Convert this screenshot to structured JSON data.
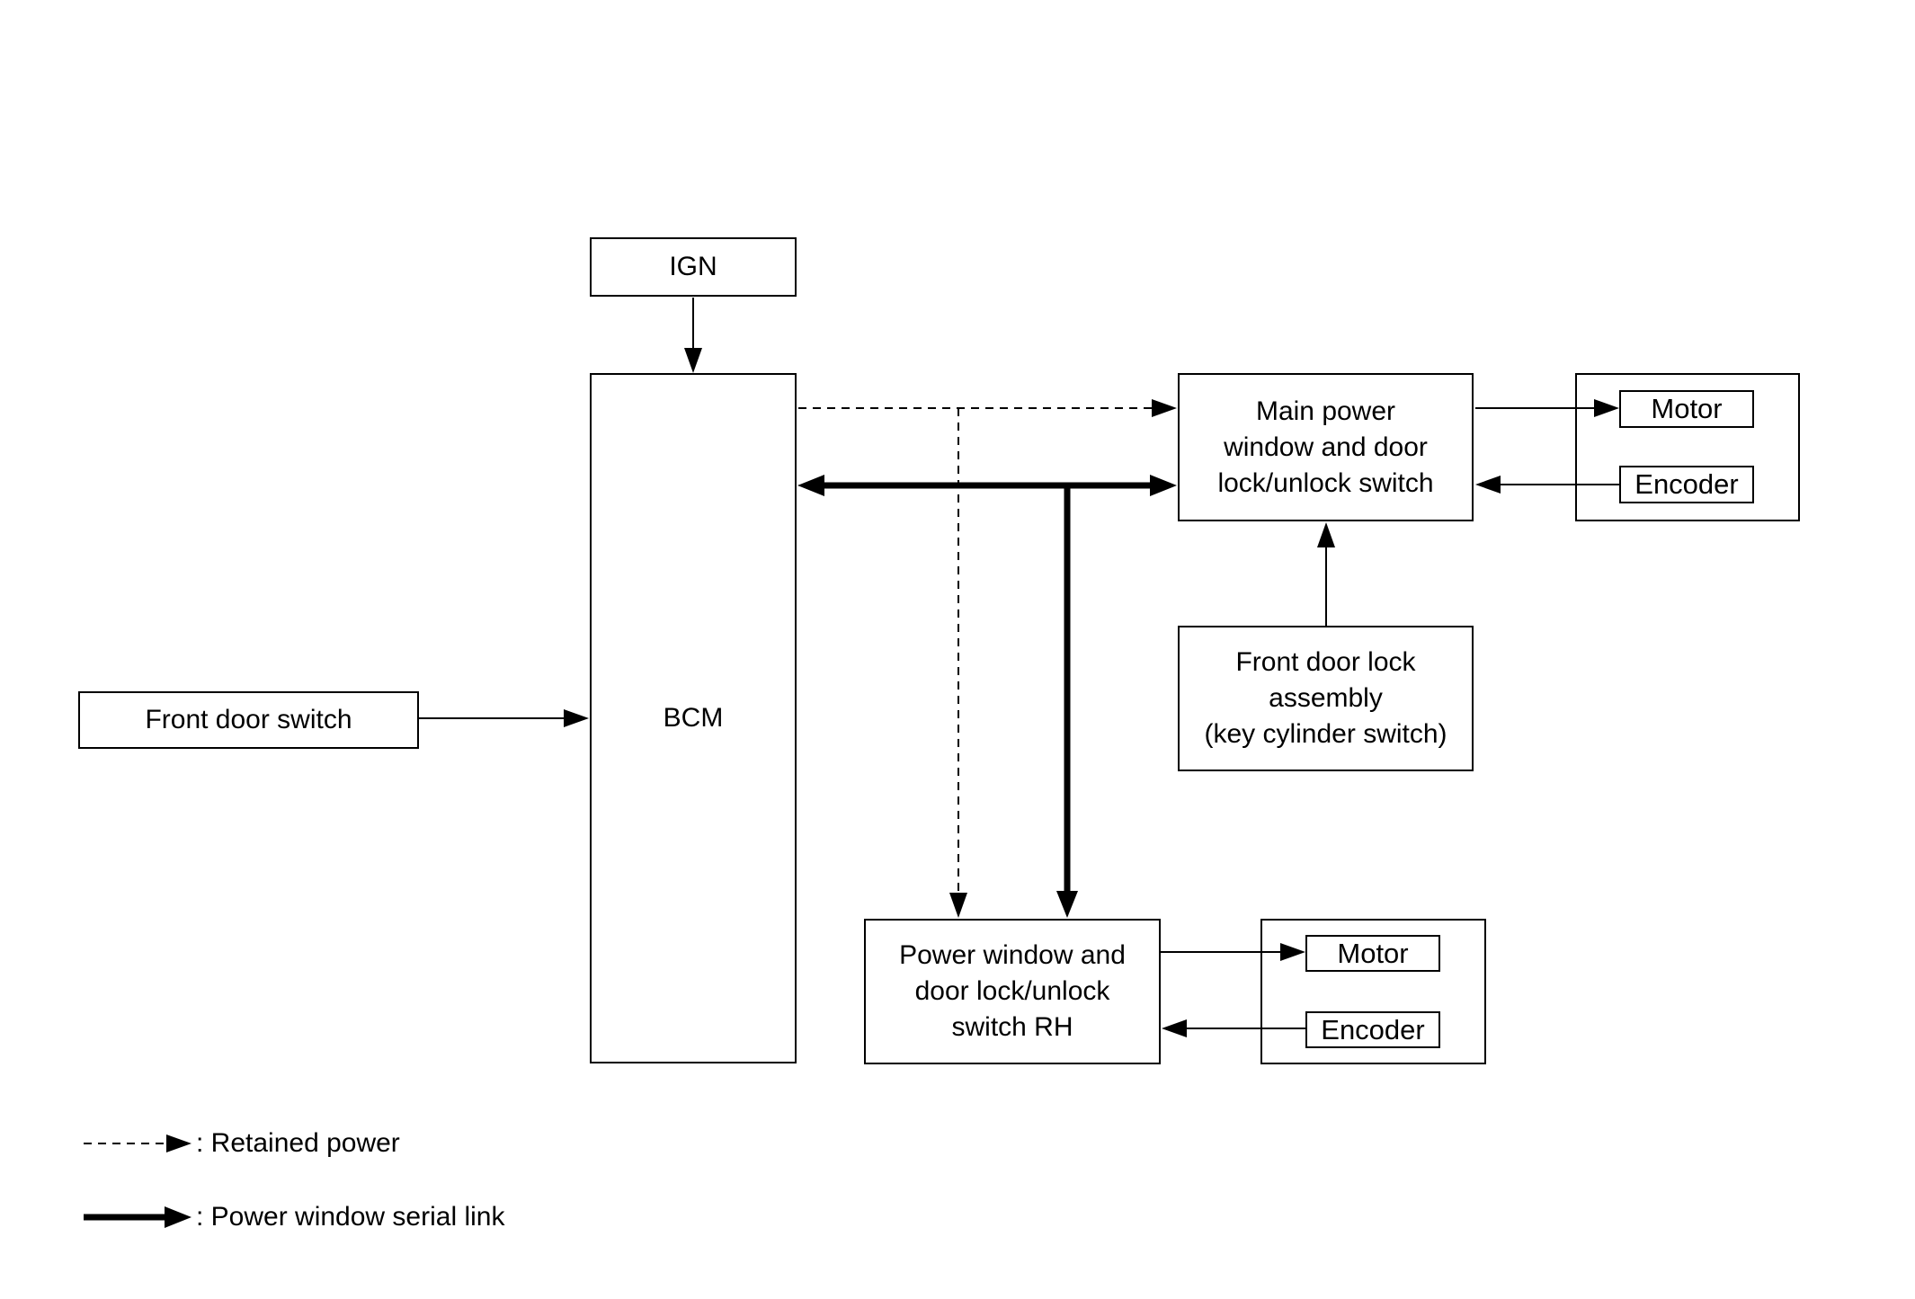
{
  "diagram": {
    "ign": "IGN",
    "bcm": "BCM",
    "front_door_switch": "Front door switch",
    "main_switch": {
      "lines": [
        "Main power",
        "window and door",
        "lock/unlock switch"
      ]
    },
    "front_door_lock": {
      "lines": [
        "Front door lock",
        "assembly",
        "(key cylinder switch)"
      ]
    },
    "rh_switch": {
      "lines": [
        "Power window and",
        "door lock/unlock",
        "switch RH"
      ]
    },
    "main_actuators": {
      "motor": "Motor",
      "encoder": "Encoder"
    },
    "rh_actuators": {
      "motor": "Motor",
      "encoder": "Encoder"
    }
  },
  "legend": [
    {
      "label": ": Retained power"
    },
    {
      "label": ": Power window serial link"
    }
  ],
  "colors": {
    "ink": "#000000",
    "paper": "#ffffff"
  }
}
